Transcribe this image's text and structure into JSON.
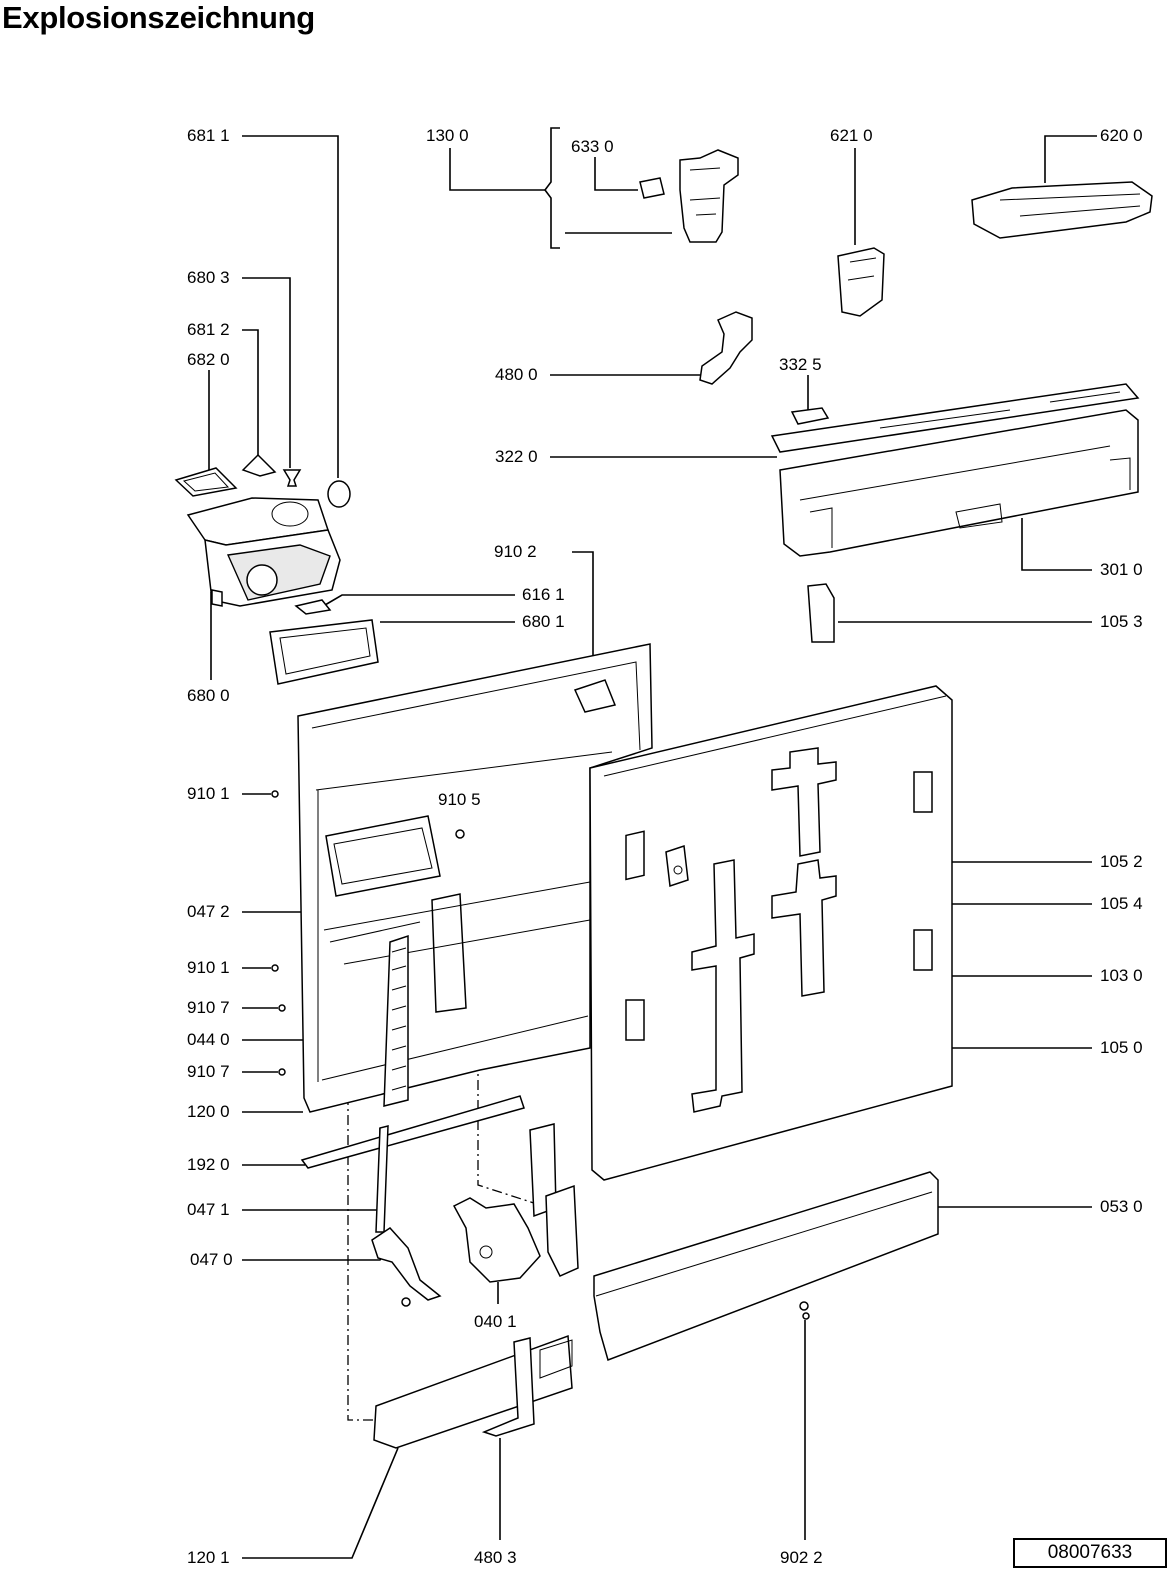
{
  "title": "Explosionszeichnung",
  "document_number": "08007633",
  "labels": {
    "p6811": "681 1",
    "p1300": "130 0",
    "p6330": "633 0",
    "p6210": "621 0",
    "p6200": "620 0",
    "p6803": "680 3",
    "p6812": "681 2",
    "p6820": "682 0",
    "p4800": "480 0",
    "p3325": "332 5",
    "p3220": "322 0",
    "p9102": "910 2",
    "p3010": "301 0",
    "p6161": "616 1",
    "p6801": "680 1",
    "p1053": "105 3",
    "p6800": "680 0",
    "p9101a": "910 1",
    "p9105": "910 5",
    "p1052": "105 2",
    "p0472": "047 2",
    "p1054": "105 4",
    "p9101b": "910 1",
    "p1030": "103 0",
    "p9107a": "910 7",
    "p0440": "044 0",
    "p1050": "105 0",
    "p9107b": "910 7",
    "p1200": "120 0",
    "p1920": "192 0",
    "p0471": "047 1",
    "p0530": "053 0",
    "p0470": "047 0",
    "p0401": "040 1",
    "p1201": "120 1",
    "p4803": "480 3",
    "p9022": "902 2"
  }
}
